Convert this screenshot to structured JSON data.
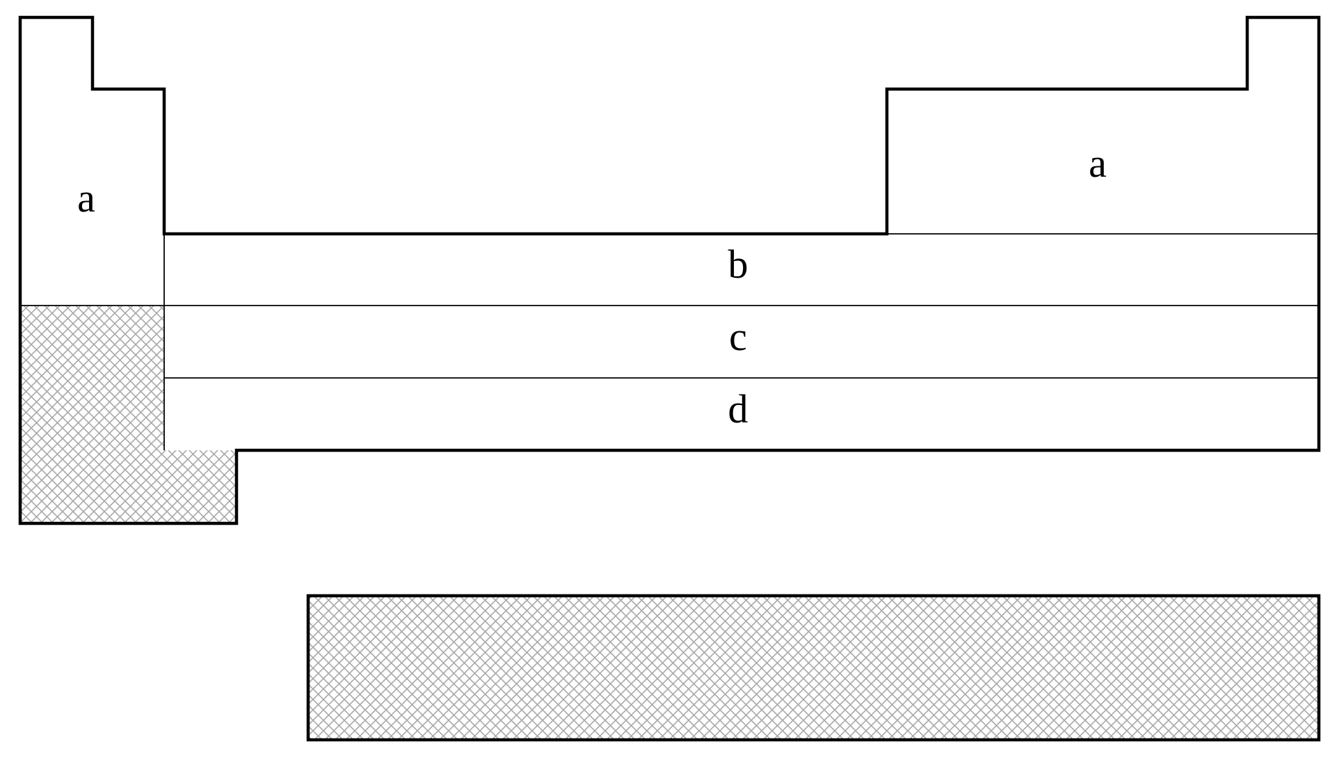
{
  "regions": [
    {
      "id": "left-a",
      "label": "a",
      "hatched": false
    },
    {
      "id": "right-a",
      "label": "a",
      "hatched": false
    },
    {
      "id": "row-b",
      "label": "b",
      "hatched": false
    },
    {
      "id": "row-c",
      "label": "c",
      "hatched": false
    },
    {
      "id": "row-d",
      "label": "d",
      "hatched": false
    },
    {
      "id": "left-lower-block",
      "label": "",
      "hatched": true
    },
    {
      "id": "bottom-bar",
      "label": "",
      "hatched": true
    }
  ],
  "colors": {
    "line": "#000000",
    "hatch": "#a8a8a8",
    "background": "#ffffff"
  }
}
